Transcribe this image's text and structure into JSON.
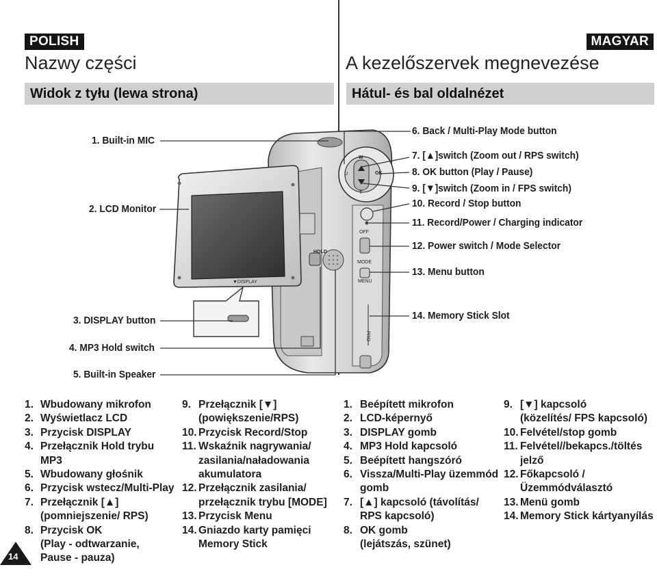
{
  "header": {
    "left_lang": "POLISH",
    "right_lang": "MAGYAR",
    "left_title": "Nazwy części",
    "right_title": "A kezelőszervek megnevezése",
    "left_subtitle": "Widok z tyłu (lewa strona)",
    "right_subtitle": "Hátul- és bal oldalnézet"
  },
  "diagram": {
    "left_labels": [
      "1. Built-in MIC",
      "2. LCD Monitor",
      "3. DISPLAY button",
      "4. MP3 Hold switch",
      "5. Built-in Speaker"
    ],
    "right_labels": [
      "6. Back / Multi-Play Mode button",
      "7. [▲]switch (Zoom out / RPS switch)",
      "8. OK button (Play / Pause)",
      "9. [▼]switch (Zoom in / FPS switch)",
      "10. Record / Stop button",
      "11. Record/Power / Charging indicator",
      "12. Power switch / Mode Selector",
      "13. Menu button",
      "14. Memory Stick Slot"
    ],
    "device_text": {
      "display": "▼DISPLAY",
      "hold": "HOLD",
      "w": "W",
      "t": "T",
      "ok": "OK",
      "off": "OFF",
      "mode": "MODE",
      "menu": "MENU",
      "pro": "PRO",
      "u": "U"
    }
  },
  "lists": {
    "pl_col1": [
      {
        "num": "1.",
        "text": "Wbudowany mikrofon"
      },
      {
        "num": "2.",
        "text": "Wyświetlacz LCD"
      },
      {
        "num": "3.",
        "text": "Przycisk DISPLAY"
      },
      {
        "num": "4.",
        "text": "Przełącznik Hold trybu MP3"
      },
      {
        "num": "5.",
        "text": "Wbudowany głośnik"
      },
      {
        "num": "6.",
        "text": "Przycisk wstecz/Multi-Play"
      },
      {
        "num": "7.",
        "text": "Przełącznik [▲]\n(pomniejszenie/ RPS)"
      },
      {
        "num": "8.",
        "text": "Przycisk OK\n(Play - odtwarzanie,\nPause - pauza)"
      }
    ],
    "pl_col2": [
      {
        "num": "9.",
        "text": "Przełącznik [▼]\n(powiększenie/RPS)"
      },
      {
        "num": "10.",
        "text": "Przycisk Record/Stop"
      },
      {
        "num": "11.",
        "text": "Wskaźnik nagrywania/\nzasilania/naładowania\nakumulatora"
      },
      {
        "num": "12.",
        "text": "Przełącznik zasilania/\nprzełącznik trybu [MODE]"
      },
      {
        "num": "13.",
        "text": "Przycisk Menu"
      },
      {
        "num": "14.",
        "text": "Gniazdo karty pamięci\nMemory Stick"
      }
    ],
    "hu_col1": [
      {
        "num": "1.",
        "text": "Beépített mikrofon"
      },
      {
        "num": "2.",
        "text": "LCD-képernyő"
      },
      {
        "num": "3.",
        "text": "DISPLAY gomb"
      },
      {
        "num": "4.",
        "text": "MP3 Hold kapcsoló"
      },
      {
        "num": "5.",
        "text": "Beépített hangszóró"
      },
      {
        "num": "6.",
        "text": "Vissza/Multi-Play üzemmód\ngomb"
      },
      {
        "num": "7.",
        "text": "[▲] kapcsoló (távolítás/\nRPS kapcsoló)"
      },
      {
        "num": "8.",
        "text": "OK gomb\n(lejátszás, szünet)"
      }
    ],
    "hu_col2": [
      {
        "num": "9.",
        "text": "[▼] kapcsoló\n(közelítés/ FPS kapcsoló)"
      },
      {
        "num": "10.",
        "text": "Felvétel/stop gomb"
      },
      {
        "num": "11.",
        "text": "Felvétel//bekapcs./töltés\njelző"
      },
      {
        "num": "12.",
        "text": "Főkapcsoló /\nÜzemmódválasztó"
      },
      {
        "num": "13.",
        "text": "Menü gomb"
      },
      {
        "num": "14.",
        "text": "Memory Stick kártyanyílás"
      }
    ]
  },
  "page_number": "14",
  "colors": {
    "bar": "#151515",
    "subbar": "#cfcfcf",
    "device_body": "#d9d9d9",
    "screen": "#4a4a4a"
  }
}
